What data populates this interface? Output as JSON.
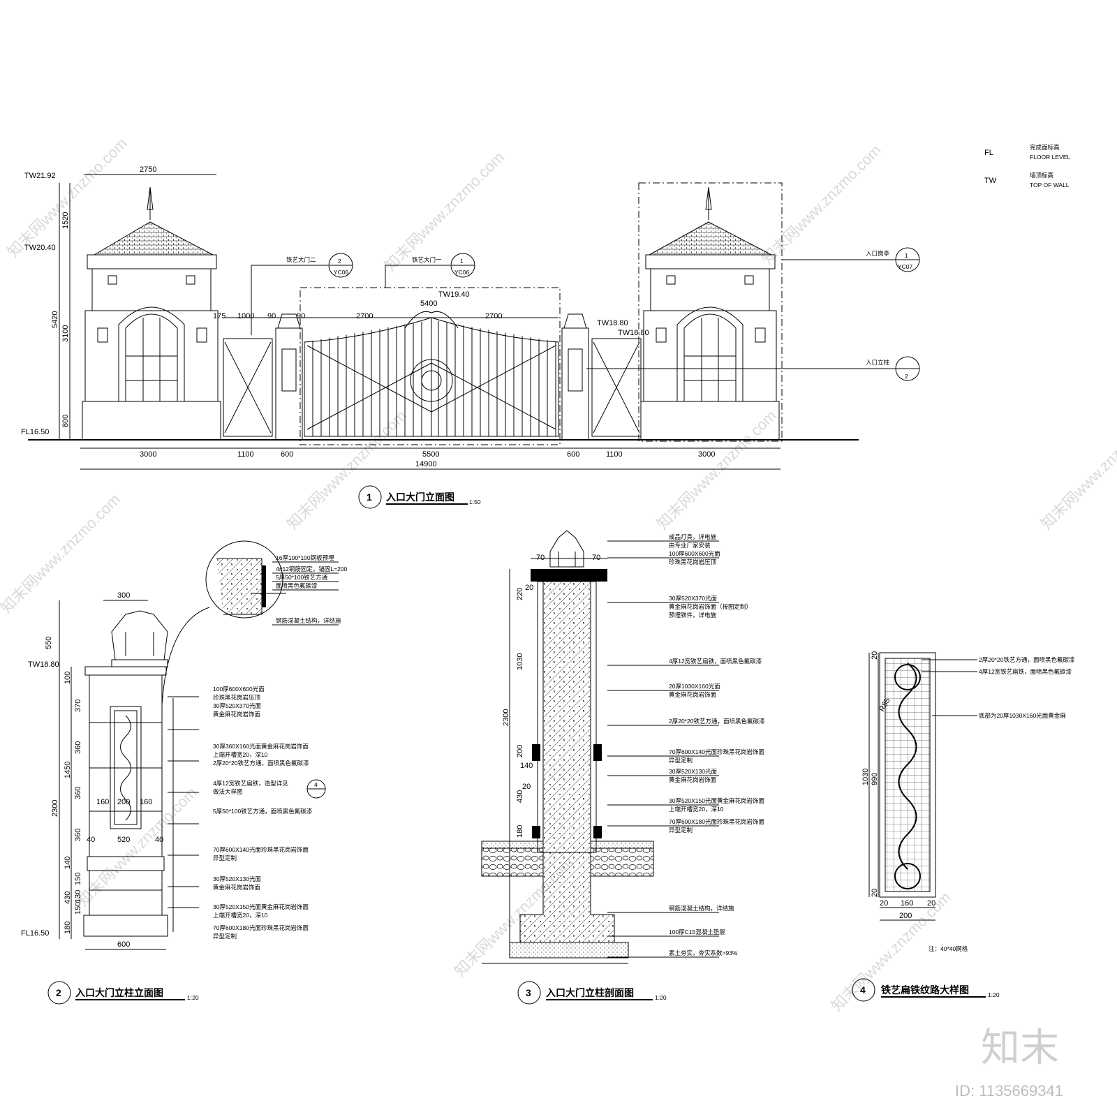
{
  "legend": [
    {
      "code": "FL",
      "cn": "完成面标高",
      "en": "FLOOR LEVEL"
    },
    {
      "code": "TW",
      "cn": "墙顶标高",
      "en": "TOP OF WALL"
    }
  ],
  "elevation": {
    "levels": [
      "TW21.92",
      "TW20.40",
      "FL16.50",
      "TW19.40",
      "TW18.80",
      "TW18.80"
    ],
    "top_dims": [
      "2750",
      "175",
      "1000",
      "90",
      "90",
      "2700",
      "5400",
      "2700"
    ],
    "left_dims": [
      "1520",
      "5420",
      "3100",
      "800"
    ],
    "bottom_dims": [
      "3000",
      "1100",
      "600",
      "5500",
      "600",
      "1100",
      "3000"
    ],
    "total": "14900",
    "callouts": [
      {
        "text": "铁艺大门二",
        "num": "2",
        "sheet": "YC06"
      },
      {
        "text": "铁艺大门一",
        "num": "1",
        "sheet": "YC06"
      },
      {
        "text": "入口岗亭",
        "num": "1",
        "sheet": "YC07"
      },
      {
        "text": "入口立柱",
        "num": "2",
        "sheet": ""
      }
    ],
    "title_num": "1",
    "title": "入口大门立面图",
    "scale": "1:50"
  },
  "column_elev": {
    "top_dim": "300",
    "level_top": "TW18.80",
    "level_bottom": "FL16.50",
    "left_dims": [
      "550",
      "100",
      "370",
      "360",
      "360",
      "360",
      "140",
      "150",
      "130",
      "150",
      "180",
      "1450",
      "2300",
      "430"
    ],
    "inner_dims": [
      "160",
      "200",
      "160",
      "40",
      "520",
      "40"
    ],
    "bottom_dim": "600",
    "detail_notes": [
      "16厚100*100钢板预埋",
      "4#12钢筋固定，锚固L=200",
      "5厚50*100铁艺方通",
      "面喷黑色氟碳漆",
      "钢筋混凝土结构，详结施"
    ],
    "notes": [
      "100厚600X600光面",
      "珍珠黑花岗岩压顶",
      "30厚520X370光面",
      "黄金麻花岗岩饰面",
      "30厚360X160光面黄金麻花岗岩饰面",
      "上端开槽宽20，深10",
      "2厚20*20铁艺方通，面喷黑色氟碳漆",
      "4厚12宽铁艺扁铁，造型详见",
      "做法大样图",
      "5厚50*100铁艺方通，面喷黑色氟碳漆",
      "70厚600X140光面珍珠黑花岗岩饰面",
      "异型定制",
      "30厚520X130光面",
      "黄金麻花岗岩饰面",
      "30厚520X150光面黄金麻花岗岩饰面",
      "上端开槽宽20，深10",
      "70厚600X180光面珍珠黑花岗岩饰面",
      "异型定制"
    ],
    "ref_num": "4",
    "title_num": "2",
    "title": "入口大门立柱立面图",
    "scale": "1:20"
  },
  "column_section": {
    "left_dims": [
      "70",
      "70",
      "220",
      "20",
      "1030",
      "2300",
      "200",
      "140",
      "20",
      "430",
      "180"
    ],
    "notes": [
      "成品灯具，详电施",
      "由专业厂家安装",
      "100厚600X600光面",
      "珍珠黑花岗岩压顶",
      "30厚520X370光面",
      "黄金麻花岗岩饰面（按图定制）",
      "预埋铁件，详电施",
      "4厚12宽铁艺扁铁，面喷黑色氟碳漆",
      "20厚1030X160光面",
      "黄金麻花岗岩饰面",
      "2厚20*20铁艺方通，面喷黑色氟碳漆",
      "70厚600X140光面珍珠黑花岗岩饰面",
      "异型定制",
      "30厚520X130光面",
      "黄金麻花岗岩饰面",
      "30厚520X150光面黄金麻花岗岩饰面",
      "上端开槽宽20，深10",
      "70厚600X180光面珍珠黑花岗岩饰面",
      "异型定制",
      "钢筋混凝土结构，详结施",
      "100厚C15混凝土垫层",
      "素土夯实，夯实系数>93%"
    ],
    "title_num": "3",
    "title": "入口大门立柱剖面图",
    "scale": "1:20"
  },
  "ornament": {
    "notes": [
      "2厚20*20铁艺方通，面喷黑色氟碳漆",
      "4厚12宽铁艺扁铁，面喷黑色氟碳漆",
      "底部为20厚1030X160光面黄金麻"
    ],
    "radius": "R85",
    "left_dims": [
      "20",
      "1030",
      "990",
      "20"
    ],
    "bottom_dims": [
      "20",
      "160",
      "20",
      "200"
    ],
    "note": "注：40*40网格",
    "title_num": "4",
    "title": "铁艺扁铁纹路大样图",
    "scale": "1:20"
  },
  "watermark": {
    "text": "知末网www.znzmo.com",
    "brand": "知末",
    "id": "ID: 1135669341"
  }
}
